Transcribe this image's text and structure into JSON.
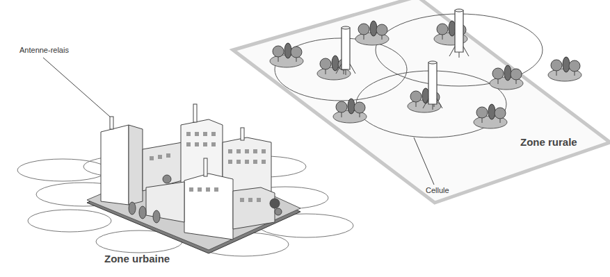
{
  "diagram": {
    "labels": [
      "Antenne-relais",
      "Zone rurale",
      "Cellule",
      "Zone urbaine"
    ]
  }
}
